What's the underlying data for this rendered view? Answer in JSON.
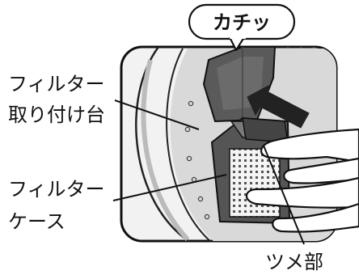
{
  "labels": {
    "sound": "カチッ",
    "mount_line1": "フィルター",
    "mount_line2": "取り付け台",
    "case_line1": "フィルター",
    "case_line2": "ケース",
    "tab": "ツメ部"
  }
}
